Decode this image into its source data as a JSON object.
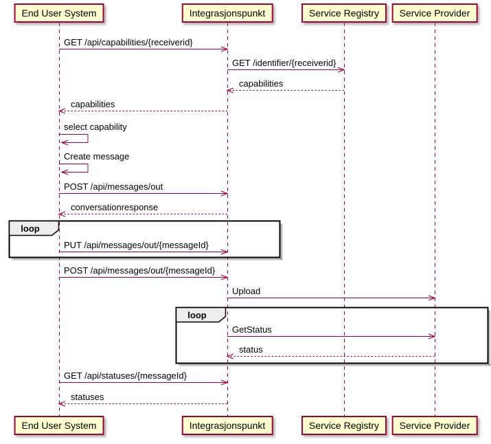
{
  "diagram": {
    "type": "sequence-diagram",
    "colors": {
      "participant_fill": "#FEFECE",
      "stroke": "#A80036",
      "frame_border": "#000000",
      "frame_tab_fill": "#EEEEEE",
      "text": "#000000",
      "background": "#FFFFFF"
    },
    "participants": [
      {
        "name": "End User System"
      },
      {
        "name": "Integrasjonspunkt"
      },
      {
        "name": "Service Registry"
      },
      {
        "name": "Service Provider"
      }
    ],
    "messages": [
      {
        "label": "GET /api/capabilities/{receiverid}",
        "from": "End User System",
        "to": "Integrasjonspunkt",
        "line": "solid"
      },
      {
        "label": "GET /identifier/{receiverid}",
        "from": "Integrasjonspunkt",
        "to": "Service Registry",
        "line": "solid"
      },
      {
        "label": "capabilities",
        "from": "Service Registry",
        "to": "Integrasjonspunkt",
        "line": "dashed"
      },
      {
        "label": "capabilities",
        "from": "Integrasjonspunkt",
        "to": "End User System",
        "line": "dashed"
      },
      {
        "label": "select capability",
        "from": "End User System",
        "to": "End User System",
        "line": "solid",
        "self": true
      },
      {
        "label": "Create message",
        "from": "End User System",
        "to": "End User System",
        "line": "solid",
        "self": true
      },
      {
        "label": "POST /api/messages/out",
        "from": "End User System",
        "to": "Integrasjonspunkt",
        "line": "solid"
      },
      {
        "label": "conversationresponse",
        "from": "Integrasjonspunkt",
        "to": "End User System",
        "line": "dashed"
      },
      {
        "label": "PUT /api/messages/out/{messageId}",
        "from": "End User System",
        "to": "Integrasjonspunkt",
        "line": "solid",
        "in_frame": "loop 1"
      },
      {
        "label": "POST /api/messages/out/{messageId}",
        "from": "End User System",
        "to": "Integrasjonspunkt",
        "line": "solid"
      },
      {
        "label": "Upload",
        "from": "Integrasjonspunkt",
        "to": "Service Provider",
        "line": "solid"
      },
      {
        "label": "GetStatus",
        "from": "Integrasjonspunkt",
        "to": "Service Provider",
        "line": "solid",
        "in_frame": "loop 2"
      },
      {
        "label": "status",
        "from": "Service Provider",
        "to": "Integrasjonspunkt",
        "line": "dashed",
        "in_frame": "loop 2"
      },
      {
        "label": "GET /api/statuses/{messageId}",
        "from": "End User System",
        "to": "Integrasjonspunkt",
        "line": "solid"
      },
      {
        "label": "statuses",
        "from": "Integrasjonspunkt",
        "to": "End User System",
        "line": "dashed"
      }
    ],
    "frames": [
      {
        "label": "loop",
        "contains": [
          "PUT /api/messages/out/{messageId}"
        ]
      },
      {
        "label": "loop",
        "contains": [
          "GetStatus",
          "status"
        ]
      }
    ]
  }
}
